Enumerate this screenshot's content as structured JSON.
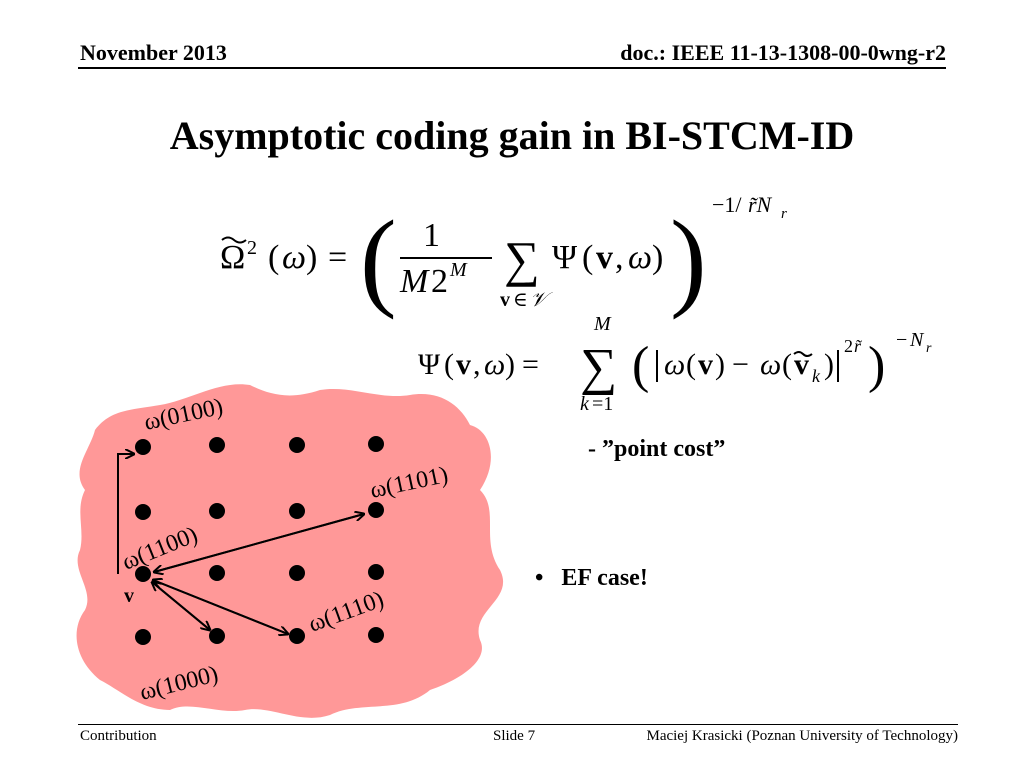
{
  "header": {
    "date": "November 2013",
    "doc_id": "doc.: IEEE 11-13-1308-00-0wng-r2"
  },
  "title": "Asymptotic coding gain in BI-STCM-ID",
  "equations": {
    "omega_def": "Ω̃²(ω) = ( (1/(M2^M)) Σ_{v∈V} Ψ(v,ω) )^(−1/r̃N_r)",
    "psi_def": "Ψ(v,ω) = Σ_{k=1}^{M} ( |ω(v) − ω(ṽ_k)|^{2r̃} )^(−N_r)"
  },
  "annotation": "- ”point cost”",
  "bullets": [
    {
      "marker": "•",
      "text": "EF case!"
    }
  ],
  "diagram": {
    "fill_color": "#ff9898",
    "vertex_label": "v",
    "labels": {
      "w0100": "ω(0100)",
      "w1101": "ω(1101)",
      "w1100": "ω(1100)",
      "w1110": "ω(1110)",
      "w1000": "ω(1000)"
    }
  },
  "footer": {
    "left": "Contribution",
    "center": "Slide 7",
    "right": "Maciej Krasicki (Poznan University of Technology)"
  }
}
